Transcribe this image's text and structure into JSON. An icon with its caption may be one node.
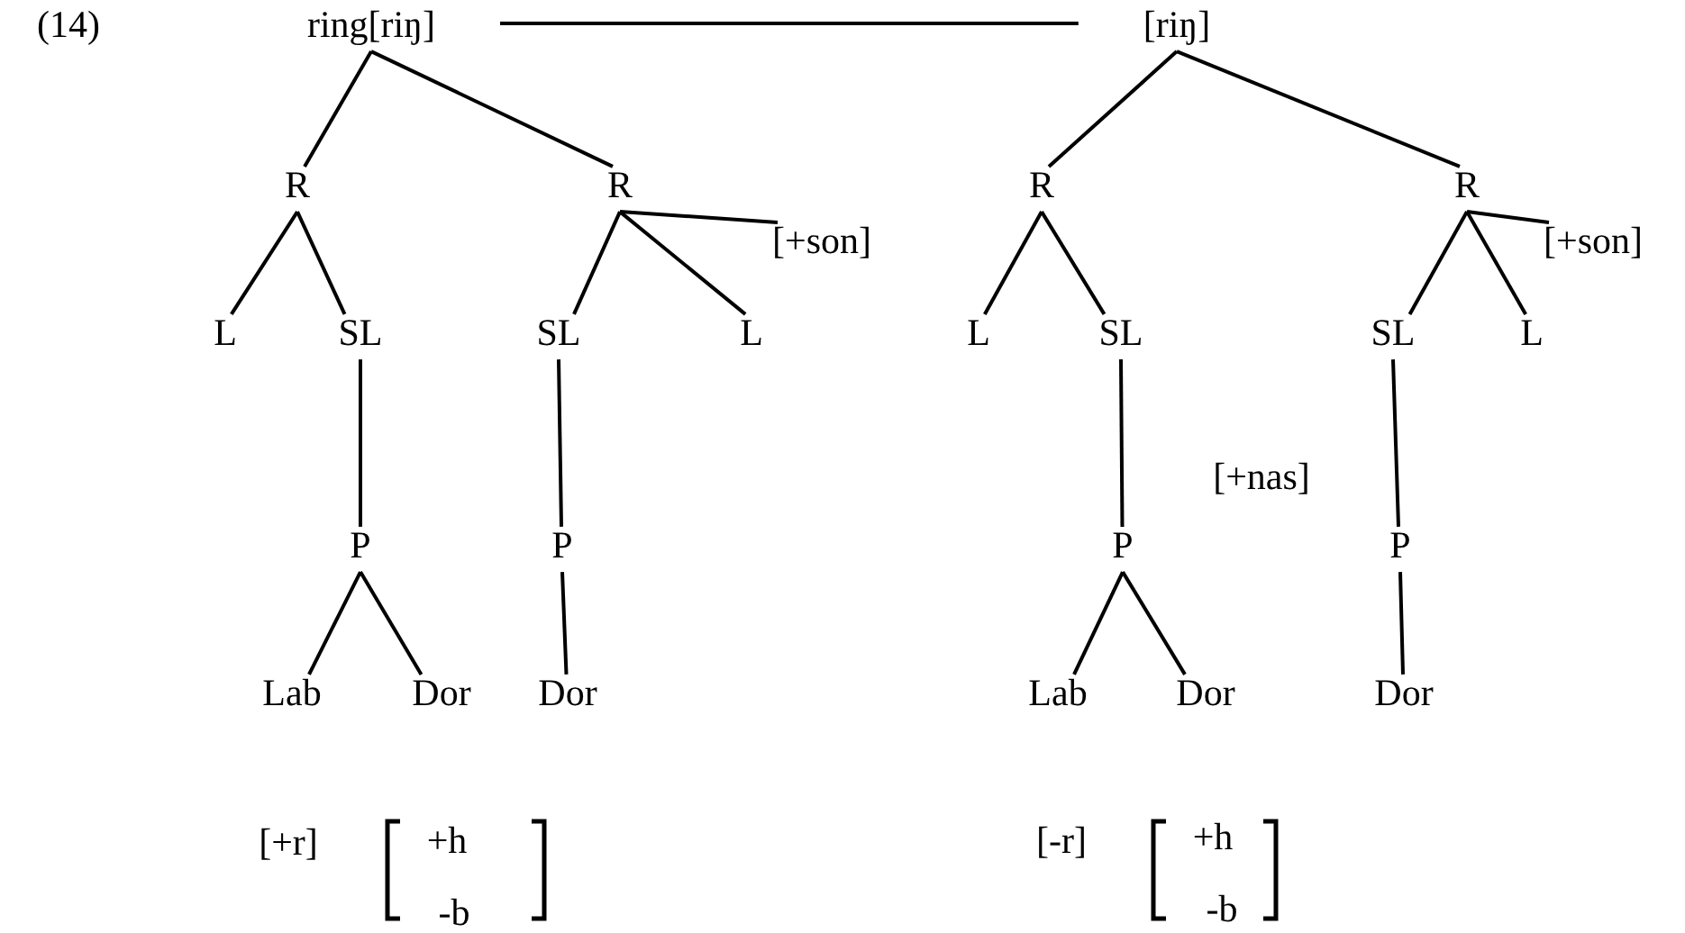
{
  "diagram": {
    "nodes": [
      {
        "text": [
          "ring[riŋ]"
        ]
      },
      {
        "text": [
          "[riŋ]"
        ]
      },
      {
        "text": [
          "R"
        ]
      },
      {
        "text": [
          "R"
        ]
      },
      {
        "text": [
          "R"
        ]
      },
      {
        "text": [
          "R"
        ]
      },
      {
        "text": [
          "[+son]"
        ]
      },
      {
        "text": [
          "[+son]"
        ]
      },
      {
        "text": [
          "L"
        ]
      },
      {
        "text": [
          "SL"
        ]
      },
      {
        "text": [
          "SL"
        ]
      },
      {
        "text": [
          "L"
        ]
      },
      {
        "text": [
          "L"
        ]
      },
      {
        "text": [
          "SL"
        ]
      },
      {
        "text": [
          "SL"
        ]
      },
      {
        "text": [
          "L"
        ]
      },
      {
        "text": [
          "P"
        ]
      },
      {
        "text": [
          "P"
        ]
      },
      {
        "text": [
          "P"
        ]
      },
      {
        "text": [
          "P"
        ]
      },
      {
        "text": [
          "Lab"
        ]
      },
      {
        "text": [
          "Dor"
        ]
      },
      {
        "text": [
          "Dor"
        ]
      },
      {
        "text": [
          "Lab"
        ]
      },
      {
        "text": [
          "Dor"
        ]
      },
      {
        "text": [
          "Dor"
        ]
      }
    ],
    "edges": [
      {
        "from": 0,
        "to": 1,
        "arrow": "none"
      },
      {
        "from": 0,
        "to": 2,
        "arrow": "none"
      },
      {
        "from": 0,
        "to": 3,
        "arrow": "none"
      },
      {
        "from": 2,
        "to": 8,
        "arrow": "none"
      },
      {
        "from": 2,
        "to": 9,
        "arrow": "none"
      },
      {
        "from": 3,
        "to": 10,
        "arrow": "none"
      },
      {
        "from": 3,
        "to": 11,
        "arrow": "none"
      },
      {
        "from": 3,
        "to": 6,
        "arrow": "none"
      },
      {
        "from": 1,
        "to": 4,
        "arrow": "none"
      },
      {
        "from": 1,
        "to": 5,
        "arrow": "none"
      },
      {
        "from": 4,
        "to": 12,
        "arrow": "none"
      },
      {
        "from": 4,
        "to": 13,
        "arrow": "none"
      },
      {
        "from": 5,
        "to": 14,
        "arrow": "none"
      },
      {
        "from": 5,
        "to": 15,
        "arrow": "none"
      },
      {
        "from": 5,
        "to": 7,
        "arrow": "none"
      },
      {
        "from": 9,
        "to": 16,
        "arrow": "none"
      },
      {
        "from": 10,
        "to": 17,
        "arrow": "none"
      },
      {
        "from": 13,
        "to": 18,
        "arrow": "none"
      },
      {
        "from": 14,
        "to": 19,
        "arrow": "none"
      },
      {
        "from": 16,
        "to": 20,
        "arrow": "none"
      },
      {
        "from": 16,
        "to": 21,
        "arrow": "none"
      },
      {
        "from": 17,
        "to": 22,
        "arrow": "none"
      },
      {
        "from": 18,
        "to": 23,
        "arrow": "none"
      },
      {
        "from": 18,
        "to": 24,
        "arrow": "none"
      },
      {
        "from": 19,
        "to": 25,
        "arrow": "none"
      }
    ],
    "labels": [
      "(14)",
      "[+nas]",
      "[+r]",
      "+h",
      "-b",
      "[-r]",
      "+h",
      "-b"
    ]
  }
}
